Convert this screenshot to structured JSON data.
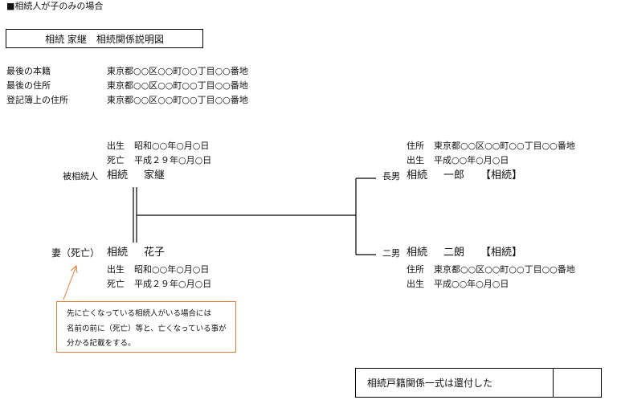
{
  "header": "■相続人が子のみの場合",
  "title": "相続 家継　相続関係説明図",
  "info": [
    {
      "label": "最後の本籍",
      "value": "東京都○○区○○町○○丁目○○番地"
    },
    {
      "label": "最後の住所",
      "value": "東京都○○区○○町○○丁目○○番地"
    },
    {
      "label": "登記簿上の住所",
      "value": "東京都○○区○○町○○丁目○○番地"
    }
  ],
  "decedent": {
    "birth_label": "出生",
    "birth": "昭和○○年○月○日",
    "death_label": "死亡",
    "death": "平成２９年○月○日",
    "role": "被相続人",
    "surname": "相続",
    "given": "家継"
  },
  "spouse": {
    "role": "妻（死亡）",
    "surname": "相続",
    "given": "花子",
    "birth_label": "出生",
    "birth": "昭和○○年○月○日",
    "death_label": "死亡",
    "death": "平成２９年○月○日"
  },
  "child1": {
    "address_label": "住所",
    "address": "東京都○○区○○町○○丁目○○番地",
    "birth_label": "出生",
    "birth": "平成○○年○月○日",
    "relation": "長男",
    "surname": "相続",
    "given": "一郎",
    "status": "【相続】"
  },
  "child2": {
    "relation": "二男",
    "surname": "相続",
    "given": "二朗",
    "status": "【相続】",
    "address_label": "住所",
    "address": "東京都○○区○○町○○丁目○○番地",
    "birth_label": "出生",
    "birth": "平成○○年○月○日"
  },
  "note": {
    "lines": [
      "先に亡くなっている相続人がいる場合には",
      "名前の前に（死亡）等と、亡くなっている事が",
      "分かる記載をする。"
    ],
    "border_color": "#e07b39"
  },
  "stamp": {
    "text": "相続戸籍関係一式は還付した"
  }
}
